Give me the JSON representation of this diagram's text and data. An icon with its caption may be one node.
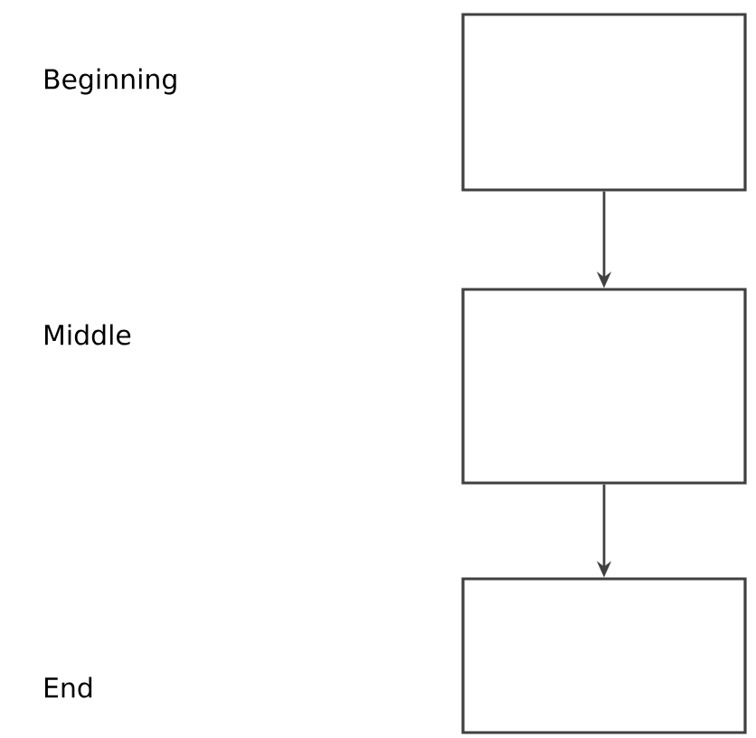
{
  "diagram": {
    "nodes": [
      {
        "text": [],
        "shape": "box"
      },
      {
        "text": [],
        "shape": "box"
      },
      {
        "text": [],
        "shape": "box"
      }
    ],
    "edges": [
      {
        "from": 0,
        "to": 1,
        "arrow": "to"
      },
      {
        "from": 1,
        "to": 2,
        "arrow": "to"
      }
    ],
    "labels": [
      "Beginning",
      "Middle",
      "End"
    ]
  }
}
